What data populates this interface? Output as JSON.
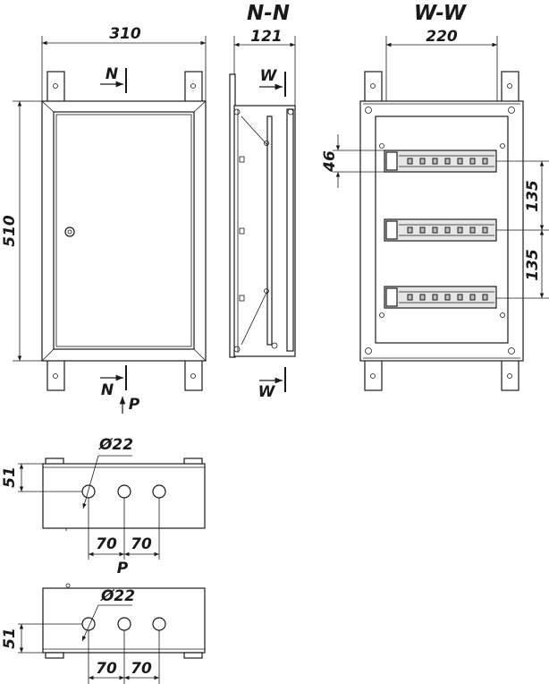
{
  "views": {
    "front": {
      "width_dim": "310",
      "height_dim": "510",
      "section_top": "N",
      "section_bottom": "N",
      "arrow_label": "P"
    },
    "side": {
      "title": "N-N",
      "width_dim": "121",
      "section_top": "W",
      "section_bottom": "W"
    },
    "inside": {
      "title": "W-W",
      "width_dim": "220",
      "rail_dim": "46",
      "spacing_dim_1": "135",
      "spacing_dim_2": "135"
    },
    "bottom_view_1": {
      "hole_dim": "Ø22",
      "edge_dim": "51",
      "spacing_dim_1": "70",
      "spacing_dim_2": "70",
      "label": "P"
    },
    "bottom_view_2": {
      "hole_dim": "Ø22",
      "edge_dim": "51",
      "spacing_dim_1": "70",
      "spacing_dim_2": "70"
    }
  }
}
